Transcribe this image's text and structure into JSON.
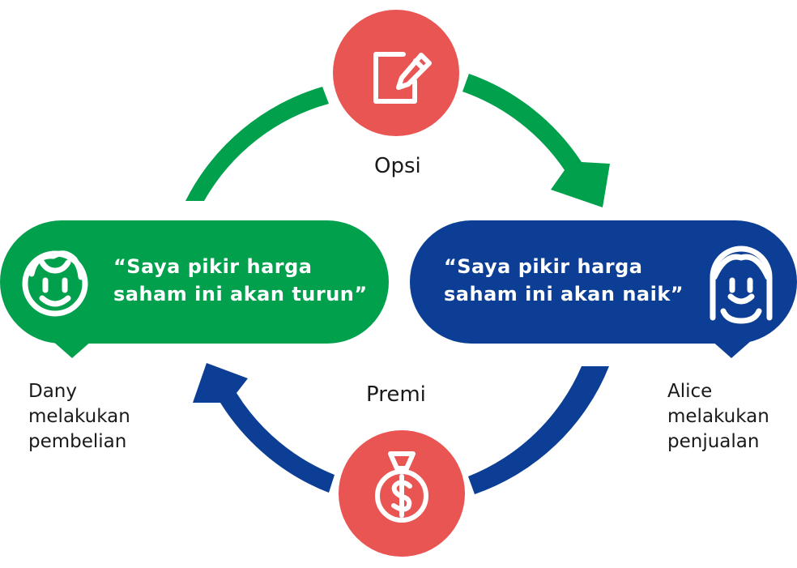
{
  "colors": {
    "buyer_green": "#00a04c",
    "seller_blue": "#0b3e94",
    "icon_red": "#e85553",
    "text_dark": "#1a1a1a"
  },
  "top_node": {
    "icon": "document-edit-icon",
    "label": "Opsi"
  },
  "bottom_node": {
    "icon": "money-bag-dollar-icon",
    "label": "Premi"
  },
  "buyer": {
    "icon": "face-boy-icon",
    "quote_lines": [
      "“Saya pikir harga",
      "saham ini akan turun”"
    ],
    "caption_lines": [
      "Dany",
      "melakukan",
      "pembelian"
    ]
  },
  "seller": {
    "icon": "face-girl-icon",
    "quote_lines": [
      "“Saya pikir harga",
      "saham ini akan naik”"
    ],
    "caption_lines": [
      "Alice",
      "melakukan",
      "penjualan"
    ]
  }
}
